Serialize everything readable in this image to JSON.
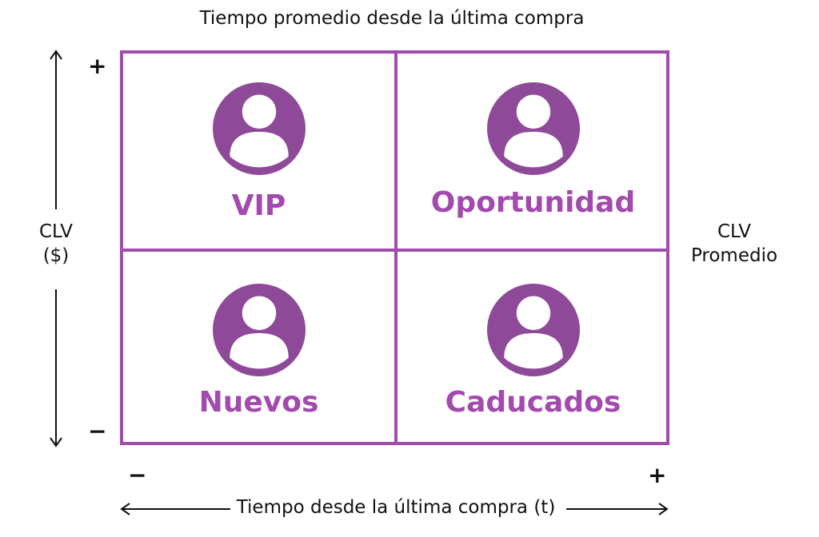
{
  "top_title": "Tiempo promedio desde la última compra",
  "y_axis": {
    "line1": "CLV",
    "line2": "($)",
    "plus": "+",
    "minus": "−"
  },
  "x_axis": {
    "label": "Tiempo desde la última compra (t)",
    "plus": "+",
    "minus": "−"
  },
  "right_label": {
    "line1": "CLV",
    "line2": "Promedio"
  },
  "quadrants": {
    "top_left": {
      "label": "VIP",
      "icon": "user-icon"
    },
    "top_right": {
      "label": "Oportunidad",
      "icon": "user-icon"
    },
    "bottom_left": {
      "label": "Nuevos",
      "icon": "user-icon"
    },
    "bottom_right": {
      "label": "Caducados",
      "icon": "user-icon"
    }
  },
  "colors": {
    "accent": "#a24aad",
    "avatar_fill": "#8e4a98",
    "text": "#111111"
  }
}
